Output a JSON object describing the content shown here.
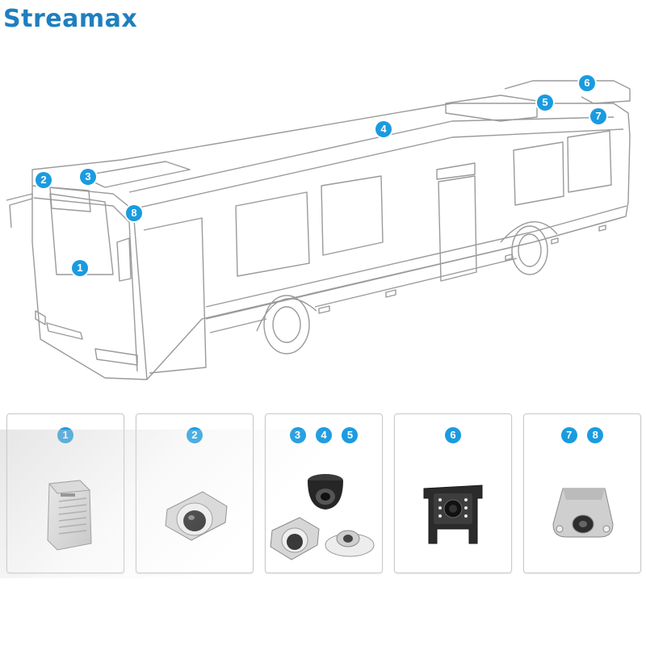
{
  "brand": {
    "name": "Streama",
    "suffix": "x",
    "color": "#1e7fbf"
  },
  "markers_on_bus": [
    {
      "label": "1"
    },
    {
      "label": "2"
    },
    {
      "label": "3"
    },
    {
      "label": "4"
    },
    {
      "label": "5"
    },
    {
      "label": "6"
    },
    {
      "label": "7"
    },
    {
      "label": "8"
    }
  ],
  "panels": [
    {
      "labels": [
        "1"
      ],
      "device": "mdvr-recorder-icon"
    },
    {
      "labels": [
        "2"
      ],
      "device": "mini-dome-camera-icon"
    },
    {
      "labels": [
        "3",
        "4",
        "5"
      ],
      "device": "dome-camera-set-icon"
    },
    {
      "labels": [
        "6"
      ],
      "device": "rear-view-camera-icon"
    },
    {
      "labels": [
        "7",
        "8"
      ],
      "device": "side-camera-icon"
    }
  ],
  "colors": {
    "marker": "#1a9be0",
    "outline": "#9a9a9a"
  }
}
